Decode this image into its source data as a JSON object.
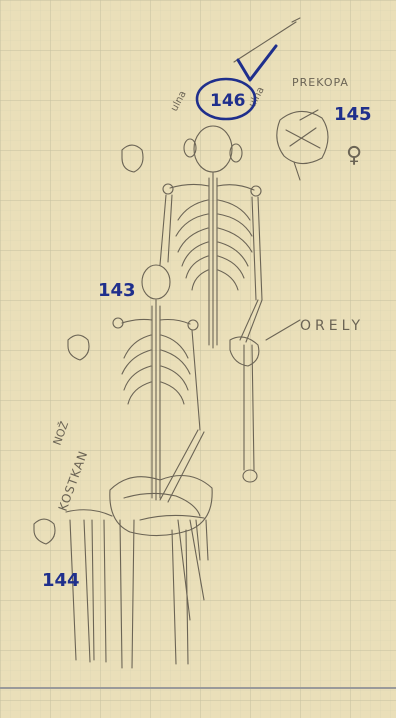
{
  "colors": {
    "paper": "#eadfb9",
    "grid": "#c9c6a8",
    "pencil": "#6b6455",
    "ink": "#1f2f8c"
  },
  "labels": {
    "n146": "146",
    "n145": "145",
    "n143": "143",
    "n144": "144",
    "prekopa": "PREKOPA",
    "orel": "ORELY",
    "noz": "NOŽ",
    "kostkan": "KOSTKAN",
    "female_symbol": "♀",
    "ulna_left": "ulna",
    "ulna_right": "ulna"
  }
}
